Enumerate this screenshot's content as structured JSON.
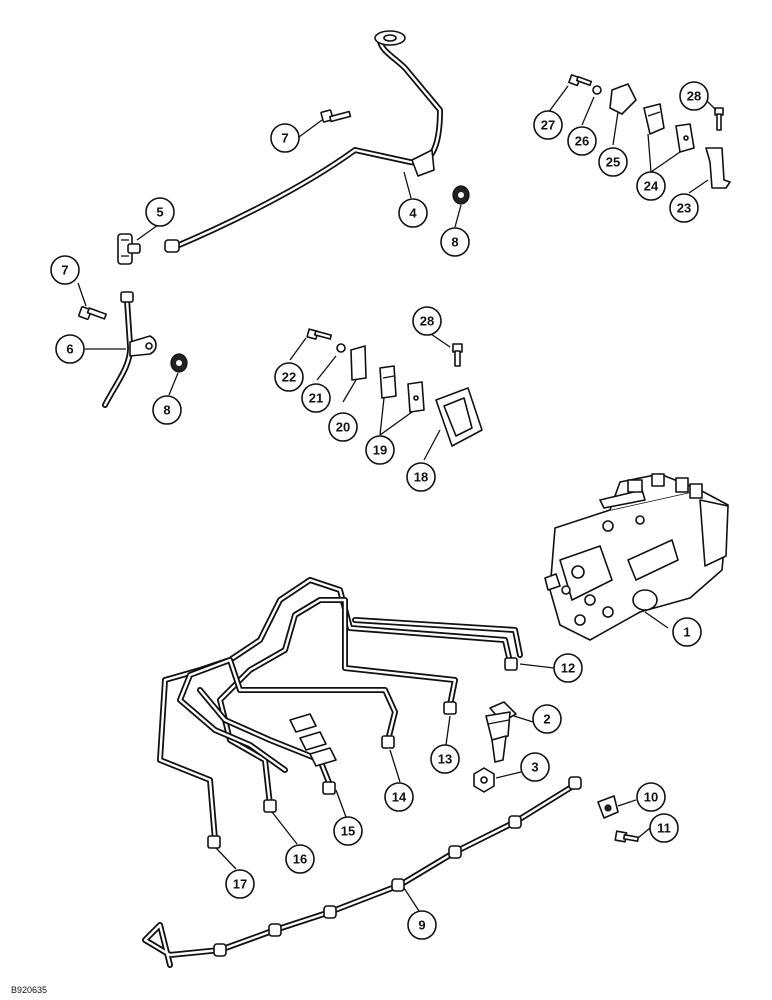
{
  "figure_ref": "B920635",
  "callouts": {
    "c1": "1",
    "c2": "2",
    "c3": "3",
    "c4": "4",
    "c5": "5",
    "c6": "6",
    "c7a": "7",
    "c7b": "7",
    "c8a": "8",
    "c8b": "8",
    "c9": "9",
    "c10": "10",
    "c11": "11",
    "c12": "12",
    "c13": "13",
    "c14": "14",
    "c15": "15",
    "c16": "16",
    "c17": "17",
    "c18": "18",
    "c19": "19",
    "c20": "20",
    "c21": "21",
    "c22": "22",
    "c23": "23",
    "c24": "24",
    "c25": "25",
    "c26": "26",
    "c27": "27",
    "c28a": "28",
    "c28b": "28"
  }
}
